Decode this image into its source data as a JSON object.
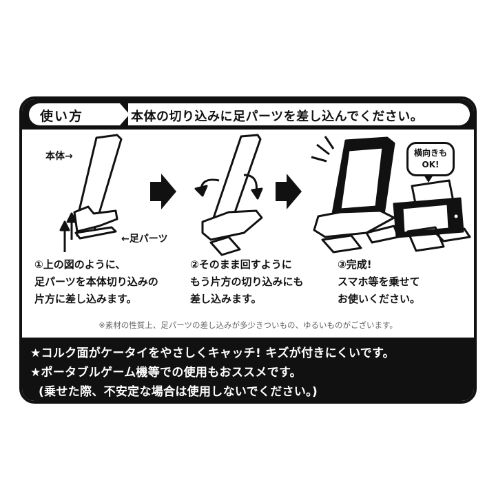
{
  "header": {
    "tab_label": "使い方",
    "instruction": "本体の切り込みに足パーツを差し込んでください。"
  },
  "illustration": {
    "body_label": "本体→",
    "leg_label": "←足パーツ",
    "bubble_line1": "横向きも",
    "bubble_line2": "OK!"
  },
  "steps": [
    {
      "line1": "①上の図のように、",
      "line2": "足パーツを本体切り込みの",
      "line3": "片方に差し込みます。"
    },
    {
      "line1": "②そのまま回すように",
      "line2": "もう片方の切り込みにも",
      "line3": "差し込みます。"
    },
    {
      "line1": "③完成!",
      "line2": "スマホ等を乗せて",
      "line3": "お使いください。"
    }
  ],
  "note": "※素材の性質上、足パーツの差し込みが多少きついもの、ゆるいものがございます。",
  "footer": {
    "line1": "★コルク面がケータイをやさしくキャッチ! キズが付きにくいです。",
    "line2": "★ポータブルゲーム機等での使用もおススメです。",
    "line3": "(乗せた際、不安定な場合は使用しないでください。)"
  }
}
